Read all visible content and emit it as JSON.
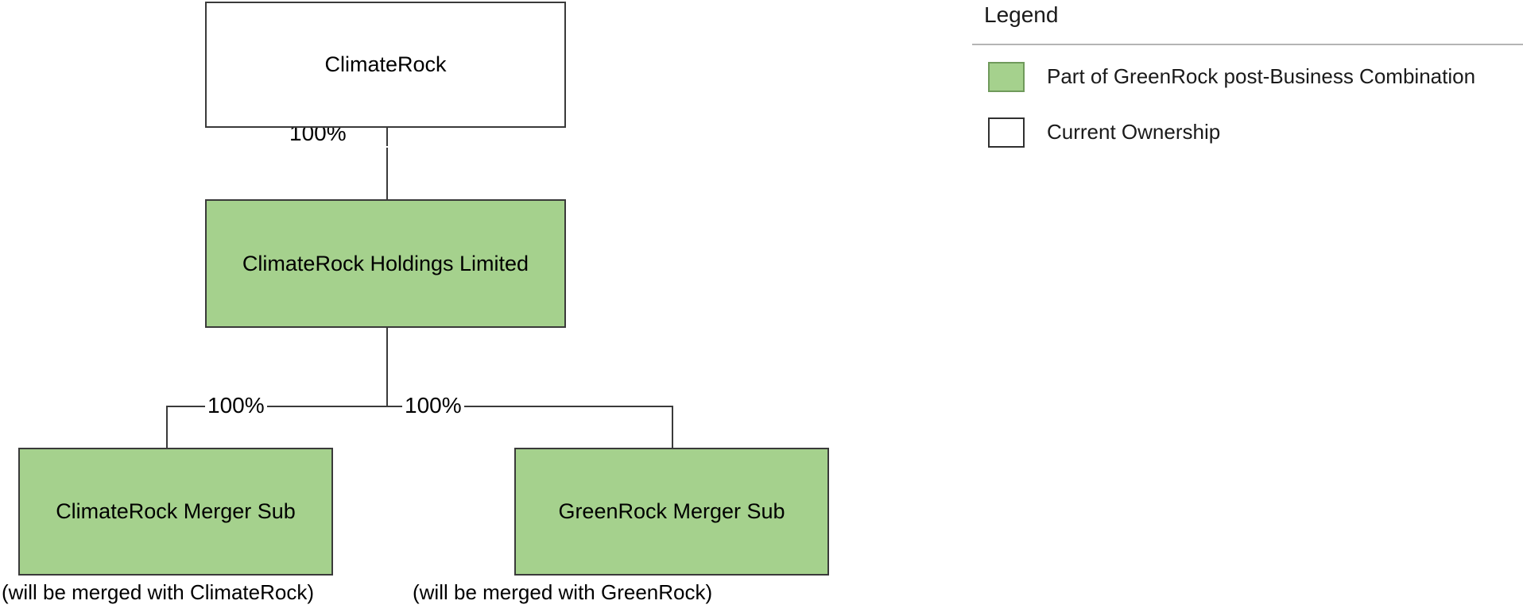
{
  "diagram": {
    "type": "org-chart",
    "colors": {
      "green_fill": "#a5d18d",
      "white_fill": "#ffffff",
      "border": "#3a3a3a",
      "divider": "#b4b4b4"
    },
    "nodes": [
      {
        "id": "climaterock",
        "label": "ClimateRock",
        "fill": "white"
      },
      {
        "id": "holdings",
        "label": "ClimateRock Holdings Limited",
        "fill": "green"
      },
      {
        "id": "cr_merger_sub",
        "label": "ClimateRock Merger Sub",
        "fill": "green"
      },
      {
        "id": "gr_merger_sub",
        "label": "GreenRock Merger Sub",
        "fill": "green"
      }
    ],
    "edges": [
      {
        "from": "climaterock",
        "to": "holdings",
        "label": "100%"
      },
      {
        "from": "holdings",
        "to": "cr_merger_sub",
        "label": "100%"
      },
      {
        "from": "holdings",
        "to": "gr_merger_sub",
        "label": "100%"
      }
    ],
    "captions": {
      "left": "(will be merged with ClimateRock)",
      "right": "(will be merged with GreenRock)"
    }
  },
  "legend": {
    "title": "Legend",
    "items": [
      {
        "swatch": "green",
        "label": "Part of GreenRock post-Business Combination"
      },
      {
        "swatch": "white",
        "label": "Current Ownership"
      }
    ]
  }
}
